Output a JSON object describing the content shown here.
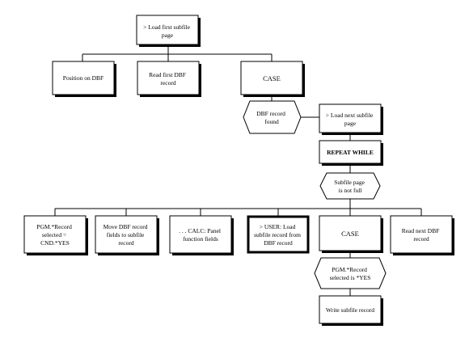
{
  "nodes": {
    "root": "> Load first subfile page",
    "position_dbf": "Position on DBF",
    "read_first": "Read first DBF record",
    "case1": "CASE",
    "cond_dbf_found": "DBF record found",
    "load_next": "> Load next subfile page",
    "repeat_while": "REPEAT WHILE",
    "cond_not_full": "Subfile page is not full",
    "pgm_selected": "PGM.*Record selected = CND.*YES",
    "move_fields": "Move DBF record fields to subfile record",
    "calc_panel": ". . . CALC: Panel function fields",
    "user_load": "> USER: Load subfile record from DBF record",
    "case2": "CASE",
    "read_next": "Read next DBF record",
    "cond_selected_yes": "PGM.*Record selected is *YES",
    "write_record": "Write subfile record"
  }
}
